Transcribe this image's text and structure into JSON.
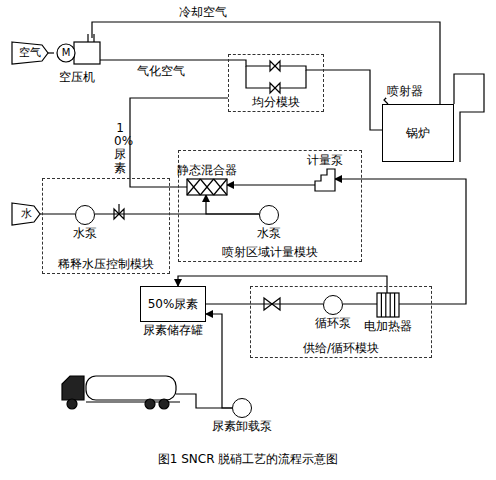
{
  "diagram": {
    "caption": "图1 SNCR 脱硝工艺的流程示意图",
    "nodes": [
      {
        "text": [
          "空气"
        ]
      },
      {
        "text": [
          "空压机"
        ]
      },
      {
        "text": [
          "均分模块"
        ]
      },
      {
        "text": [
          "锅炉"
        ]
      },
      {
        "text": [
          "喷射区域计量模块"
        ]
      },
      {
        "text": [
          "静态混合器"
        ],
        "in": 4
      },
      {
        "text": [
          "计量泵"
        ],
        "in": 4
      },
      {
        "text": [
          "水泵"
        ],
        "in": 4
      },
      {
        "text": [
          "稀释水压控制模块"
        ]
      },
      {
        "text": [
          "水"
        ]
      },
      {
        "text": [
          "水泵"
        ],
        "in": 8
      },
      {
        "text": [
          "50%尿素",
          "尿素储存罐"
        ]
      },
      {
        "text": [
          "供给/循环模块"
        ]
      },
      {
        "text": [
          "循环泵"
        ],
        "in": 12
      },
      {
        "text": [
          "电加热器"
        ],
        "in": 12
      },
      {
        "text": [
          "尿素卸载泵"
        ]
      }
    ],
    "edges": [
      {
        "from": 0,
        "to": 1,
        "arrow": "none"
      },
      {
        "from": 1,
        "to": 3,
        "label": "冷却空气",
        "arrow": "none"
      },
      {
        "from": 1,
        "to": 2,
        "label": "气化空气",
        "arrow": "none"
      },
      {
        "from": 2,
        "to": 3,
        "arrow": "none"
      },
      {
        "from": 5,
        "to": 2,
        "label": "10%尿素",
        "arrow": "none"
      },
      {
        "from": 6,
        "to": 5,
        "arrow": "to"
      },
      {
        "from": 7,
        "to": 5,
        "arrow": "to"
      },
      {
        "from": 10,
        "to": 7,
        "arrow": "none"
      },
      {
        "from": 9,
        "to": 10,
        "arrow": "none"
      },
      {
        "from": 11,
        "to": 13,
        "arrow": "none"
      },
      {
        "from": 13,
        "to": 14,
        "arrow": "none"
      },
      {
        "from": 14,
        "to": 6,
        "arrow": "to"
      },
      {
        "from": 14,
        "to": 11,
        "arrow": "to"
      },
      {
        "from": 15,
        "to": 11,
        "arrow": "to"
      }
    ],
    "labels": [
      "M",
      "喷射器"
    ]
  }
}
